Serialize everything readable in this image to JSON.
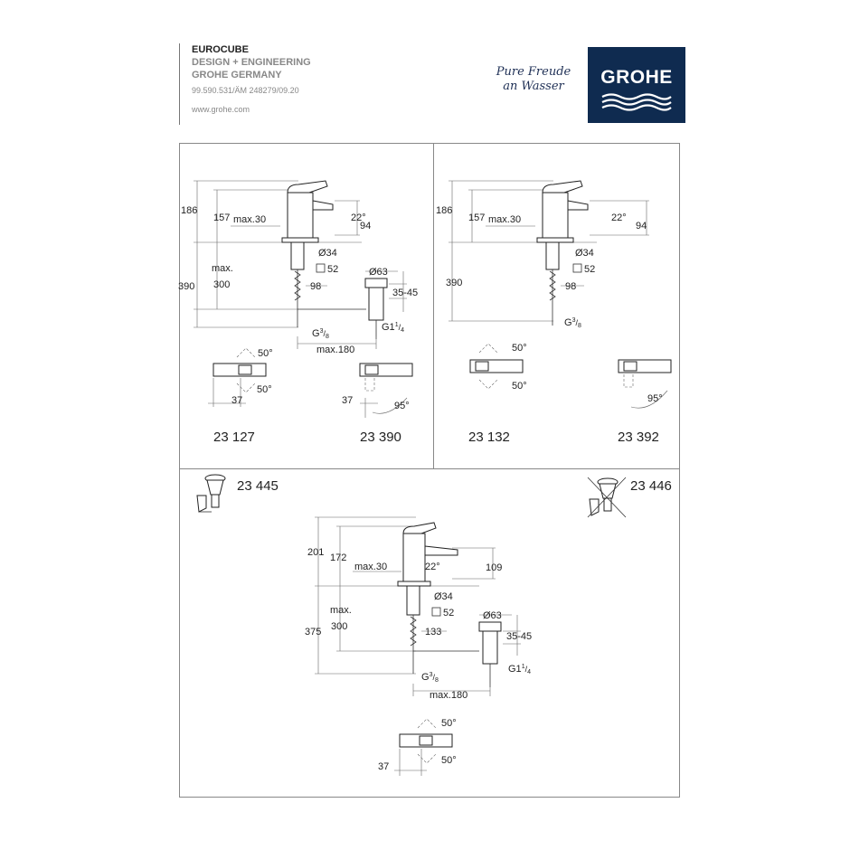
{
  "header": {
    "product": "EUROCUBE",
    "line2": "DESIGN + ENGINEERING",
    "line3": "GROHE GERMANY",
    "doc_code": "99.590.531/ÄM 248279/09.20",
    "website": "www.grohe.com"
  },
  "brand": {
    "slogan_line1": "Pure Freude",
    "slogan_line2": "an Wasser",
    "logo_text": "GROHE",
    "logo_color": "#0f2b50"
  },
  "panel_left": {
    "dims": {
      "total_height": "186",
      "spout_height": "157",
      "max_30": "max.30",
      "angle": "22°",
      "reach": "94",
      "dia34": "Ø34",
      "sq52": "52",
      "d98": "98",
      "max": "max.",
      "d300": "300",
      "d390": "390",
      "dia63": "Ø63",
      "r35_45": "35-45",
      "g38": "G",
      "g38_num": "3",
      "g38_den": "8",
      "g114": "G1",
      "g114_num": "1",
      "g114_den": "4",
      "max180": "max.180",
      "a50a": "50°",
      "a50b": "50°",
      "d37a": "37",
      "d37b": "37",
      "a95": "95°"
    },
    "model_a": "23 127",
    "model_b": "23 390"
  },
  "panel_right": {
    "dims": {
      "total_height": "186",
      "spout_height": "157",
      "max_30": "max.30",
      "angle": "22°",
      "reach": "94",
      "dia34": "Ø34",
      "sq52": "52",
      "d98": "98",
      "d390": "390",
      "g38": "G",
      "g38_num": "3",
      "g38_den": "8",
      "a50a": "50°",
      "a50b": "50°",
      "a95": "95°"
    },
    "model_a": "23 132",
    "model_b": "23 392"
  },
  "panel_bottom": {
    "waste_with": "23 445",
    "waste_without": "23 446",
    "dims": {
      "total_height": "201",
      "spout_height": "172",
      "max_30": "max.30",
      "angle": "22°",
      "reach": "109",
      "dia34": "Ø34",
      "sq52": "52",
      "d133": "133",
      "max": "max.",
      "d300": "300",
      "d375": "375",
      "dia63": "Ø63",
      "r35_45": "35-45",
      "g38": "G",
      "g38_num": "3",
      "g38_den": "8",
      "g114": "G1",
      "g114_num": "1",
      "g114_den": "4",
      "max180": "max.180",
      "a50a": "50°",
      "a50b": "50°",
      "d37": "37"
    }
  }
}
